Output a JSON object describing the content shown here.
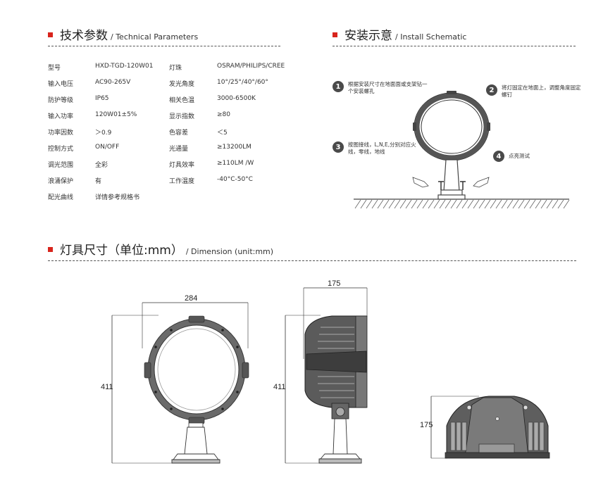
{
  "sections": {
    "tech": {
      "title_zh": "技术参数",
      "title_en": "/ Technical Parameters"
    },
    "install": {
      "title_zh": "安装示意",
      "title_en": "/ Install Schematic"
    },
    "dimension": {
      "title_zh": "灯具尺寸（单位:mm）",
      "title_en": "/ Dimension (unit:mm)"
    }
  },
  "specs": [
    {
      "label": "型号",
      "value": "HXD-TGD-120W01",
      "label2": "灯珠",
      "value2": "OSRAM/PHILIPS/CREE"
    },
    {
      "label": "输入电压",
      "value": "AC90-265V",
      "label2": "发光角度",
      "value2": "10°/25°/40°/60°"
    },
    {
      "label": "防护等级",
      "value": "IP65",
      "label2": "相关色温",
      "value2": "3000-6500K"
    },
    {
      "label": "输入功率",
      "value": "120W01±5%",
      "label2": "显示指数",
      "value2": "≥80"
    },
    {
      "label": "功率因数",
      "value": "＞0.9",
      "label2": "色容差",
      "value2": "＜5"
    },
    {
      "label": "控制方式",
      "value": "ON/OFF",
      "label2": "光通量",
      "value2": "≥13200LM"
    },
    {
      "label": "调光范围",
      "value": "全彩",
      "label2": "灯具效率",
      "value2": "≥110LM /W"
    },
    {
      "label": "浪涌保护",
      "value": "有",
      "label2": "工作温度",
      "value2": "-40°C-50°C"
    },
    {
      "label": "配光曲线",
      "value": "详情参考规格书",
      "label2": "",
      "value2": ""
    }
  ],
  "install_steps": [
    {
      "num": "1",
      "text": "根据安装尺寸在地面面或支架钻一个安装螺孔"
    },
    {
      "num": "2",
      "text": "将灯固定在地面上，调整角度固定螺钉"
    },
    {
      "num": "3",
      "text": "按图接线，L,N,E,分别对应火线，零线，地线"
    },
    {
      "num": "4",
      "text": "点亮测试"
    }
  ],
  "dimensions": {
    "front_width": "284",
    "front_height": "411",
    "side_width": "175",
    "side_height": "411",
    "top_height": "175"
  },
  "colors": {
    "accent": "#d8241c",
    "line": "#555555",
    "fixture": "#5e5e5e"
  }
}
